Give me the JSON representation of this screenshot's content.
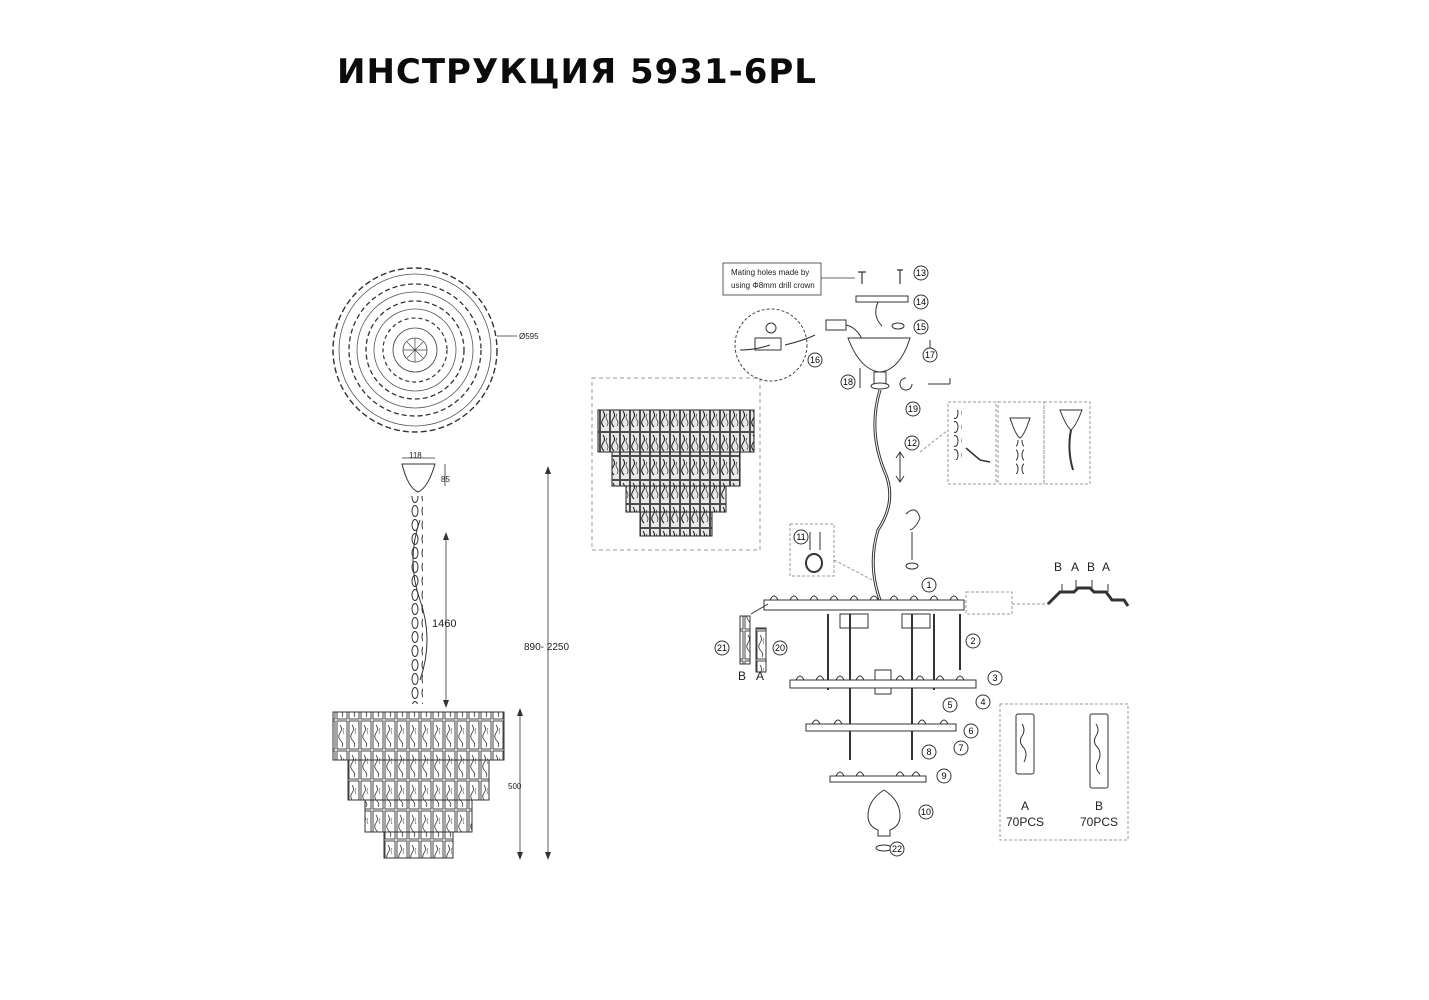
{
  "title": "ИНСТРУКЦИЯ 5931-6PL",
  "dimensions": {
    "diameter": "Ø595",
    "canopy_width": "118",
    "canopy_height": "85",
    "chain_length": "1460",
    "total_height": "890- 2250",
    "body_height": "500"
  },
  "note": {
    "line1": "Mating holes made by",
    "line2": "using Φ8mm drill crown"
  },
  "steps": [
    "1",
    "2",
    "3",
    "4",
    "5",
    "6",
    "7",
    "8",
    "9",
    "10",
    "11",
    "12",
    "13",
    "14",
    "15",
    "16",
    "17",
    "18",
    "19",
    "20",
    "21",
    "22"
  ],
  "crystal_order": [
    "B",
    "A",
    "B",
    "A"
  ],
  "crystal_side_labels": [
    "B",
    "A"
  ],
  "crystal_types": [
    {
      "letter": "A",
      "qty": "70PCS"
    },
    {
      "letter": "B",
      "qty": "70PCS"
    }
  ],
  "colors": {
    "ink": "#222222",
    "dash": "#9a9a9a",
    "background": "#ffffff"
  }
}
